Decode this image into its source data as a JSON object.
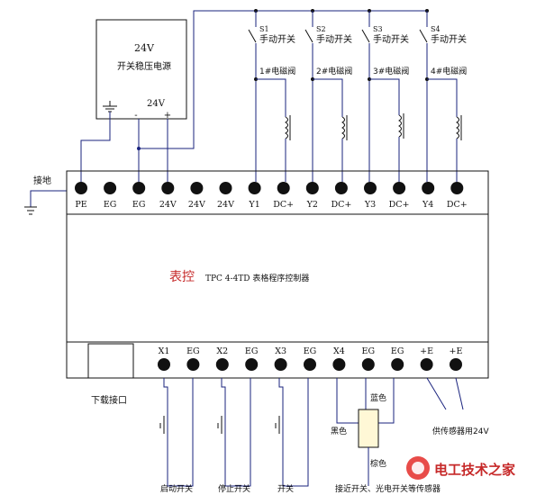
{
  "power_supply": {
    "voltage_label": "24V",
    "name": "开关稳压电源",
    "output_voltage": "24V",
    "minus": "-",
    "plus": "+"
  },
  "switches": [
    {
      "id": "S1",
      "label": "手动开关"
    },
    {
      "id": "S2",
      "label": "手动开关"
    },
    {
      "id": "S3",
      "label": "手动开关"
    },
    {
      "id": "S4",
      "label": "手动开关"
    }
  ],
  "valves": [
    {
      "label": "1#电磁阀"
    },
    {
      "label": "2#电磁阀"
    },
    {
      "label": "3#电磁阀"
    },
    {
      "label": "4#电磁阀"
    }
  ],
  "ground_label": "接地",
  "top_terminals": [
    "PE",
    "EG",
    "EG",
    "24V",
    "24V",
    "24V",
    "Y1",
    "DC+",
    "Y2",
    "DC+",
    "Y3",
    "DC+",
    "Y4",
    "DC+"
  ],
  "controller": {
    "brand": "表控",
    "model": "TPC 4-4TD 表格程序控制器"
  },
  "bottom_terminals": [
    "X1",
    "EG",
    "X2",
    "EG",
    "X3",
    "EG",
    "X4",
    "EG",
    "EG",
    "+E",
    "+E"
  ],
  "download_port_label": "下载接口",
  "inputs": {
    "start": "启动开关",
    "stop": "停止开关",
    "switch": "开关",
    "sensor": "接近开关、光电开关等传感器",
    "sensor_power": "供传感器用24V",
    "blue_wire": "蓝色",
    "black_wire": "黑色",
    "brown_wire": "棕色"
  },
  "watermark": {
    "text": "电工技术之家"
  }
}
